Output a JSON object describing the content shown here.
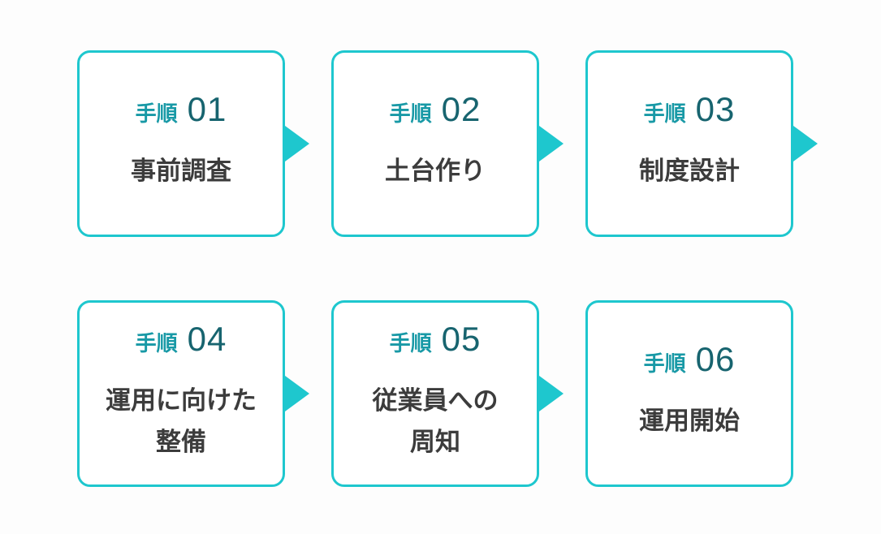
{
  "colors": {
    "page_background": "#fdfdfd",
    "card_background": "#ffffff",
    "card_border": "#1ec7ce",
    "step_label": "#1899a6",
    "step_number": "#17646f",
    "title_text": "#3c3c3c",
    "arrow": "#1ec7ce"
  },
  "steps": [
    {
      "label": "手順",
      "number": "01",
      "title": "事前調査"
    },
    {
      "label": "手順",
      "number": "02",
      "title": "土台作り"
    },
    {
      "label": "手順",
      "number": "03",
      "title": "制度設計"
    },
    {
      "label": "手順",
      "number": "04",
      "title": "運用に向けた\n整備"
    },
    {
      "label": "手順",
      "number": "05",
      "title": "従業員への\n周知"
    },
    {
      "label": "手順",
      "number": "06",
      "title": "運用開始"
    }
  ]
}
